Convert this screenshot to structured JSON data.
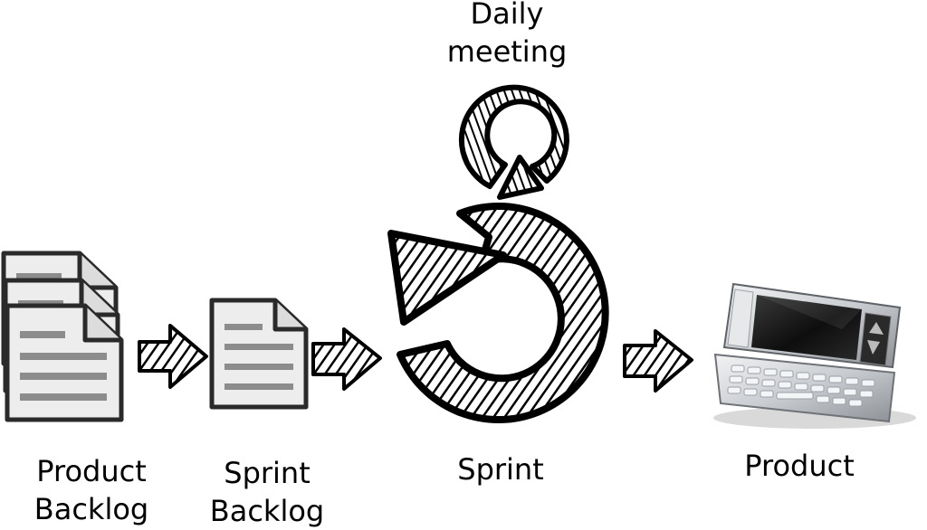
{
  "nodes": {
    "product_backlog": {
      "line1": "Product",
      "line2": "Backlog"
    },
    "sprint_backlog": {
      "line1": "Sprint",
      "line2": "Backlog"
    },
    "sprint": {
      "label": "Sprint"
    },
    "daily_meeting": {
      "line1": "Daily",
      "line2": "meeting"
    },
    "product": {
      "label": "Product"
    }
  },
  "icons": {
    "product_backlog": "document-stack-icon",
    "sprint_backlog": "document-icon",
    "sprint": "cycle-arrow-icon",
    "daily_meeting": "small-cycle-arrow-icon",
    "product": "mobile-phone-icon",
    "flow": "right-arrow-icon"
  },
  "colors": {
    "stroke": "#000000",
    "document_fill": "#ededed",
    "document_line": "#8c8c8c",
    "phone_body": "#cfd3d6",
    "phone_screen": "#1a1a1a"
  }
}
